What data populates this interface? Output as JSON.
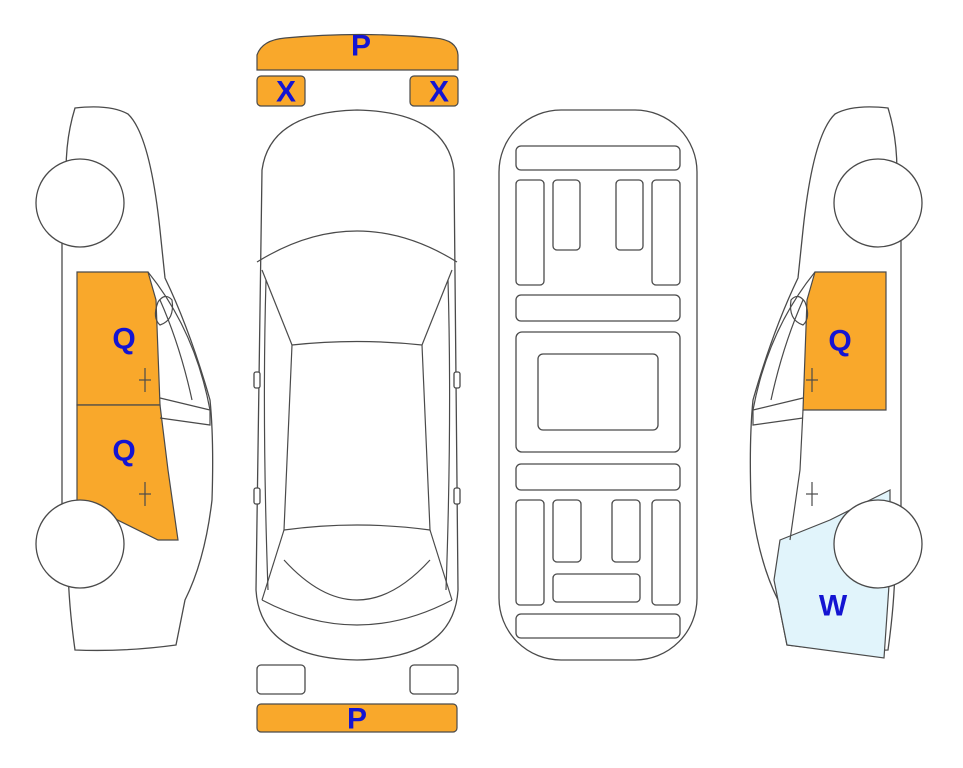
{
  "colors": {
    "damage_orange": "#F9A82B",
    "damage_light_blue": "#E1F4FB",
    "label_blue": "#1414D2",
    "outline": "#4A4A4A"
  },
  "labels": {
    "front_bumper": "P",
    "left_headlight": "X",
    "right_headlight": "X",
    "rear_bumper": "P",
    "left_front_door": "Q",
    "left_rear_door": "Q",
    "right_front_door": "Q",
    "right_rear_quarter": "W"
  }
}
